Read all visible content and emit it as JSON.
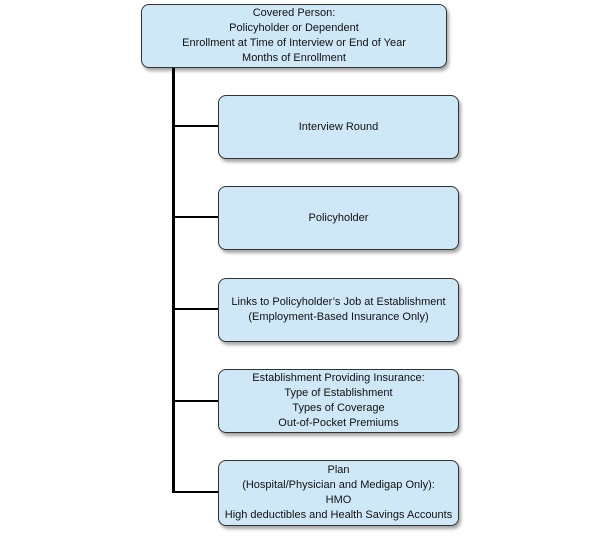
{
  "diagram": {
    "colors": {
      "box_fill": "#cfe8f8",
      "box_border": "#333333",
      "connector": "#000000"
    },
    "root": {
      "lines": [
        "Covered Person:",
        "Policyholder or Dependent",
        "Enrollment at Time of Interview or End of Year",
        "Months of Enrollment"
      ]
    },
    "children": [
      {
        "lines": [
          "Interview Round"
        ]
      },
      {
        "lines": [
          "Policyholder"
        ]
      },
      {
        "lines": [
          "Links to Policyholder’s Job at Establishment",
          "(Employment-Based  Insurance Only)"
        ]
      },
      {
        "lines": [
          "Establishment  Providing Insurance:",
          "Type of Establishment",
          "Types of Coverage",
          "Out-of-Pocket Premiums"
        ]
      },
      {
        "lines": [
          "Plan",
          "(Hospital/Physician and Medigap Only):",
          "HMO",
          "High deductibles and Health Savings Accounts"
        ]
      }
    ]
  }
}
